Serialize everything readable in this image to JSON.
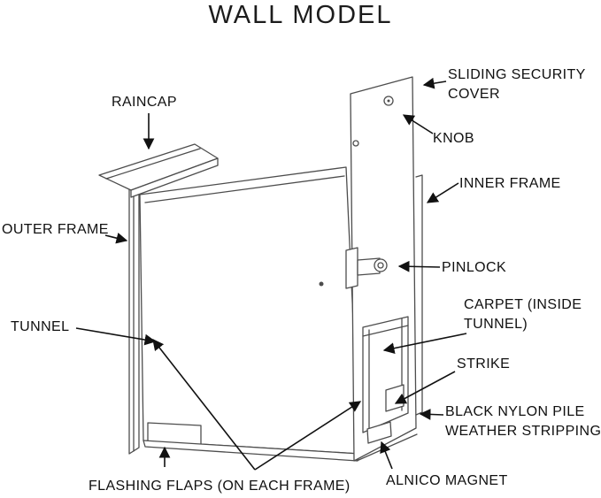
{
  "title": "WALL MODEL",
  "labels": {
    "raincap": "RAINCAP",
    "sliding_security_cover": "SLIDING SECURITY COVER",
    "knob": "KNOB",
    "inner_frame": "INNER FRAME",
    "outer_frame": "OUTER FRAME",
    "pinlock": "PINLOCK",
    "tunnel": "TUNNEL",
    "carpet": "CARPET (INSIDE TUNNEL)",
    "strike": "STRIKE",
    "weather_stripping": "BLACK NYLON PILE WEATHER STRIPPING",
    "flashing_flaps": "FLASHING FLAPS (ON EACH FRAME)",
    "alnico_magnet": "ALNICO MAGNET"
  },
  "colors": {
    "bg": "#ffffff",
    "line": "#111111",
    "sketch": "#4d4d4d",
    "label": "#101010"
  }
}
